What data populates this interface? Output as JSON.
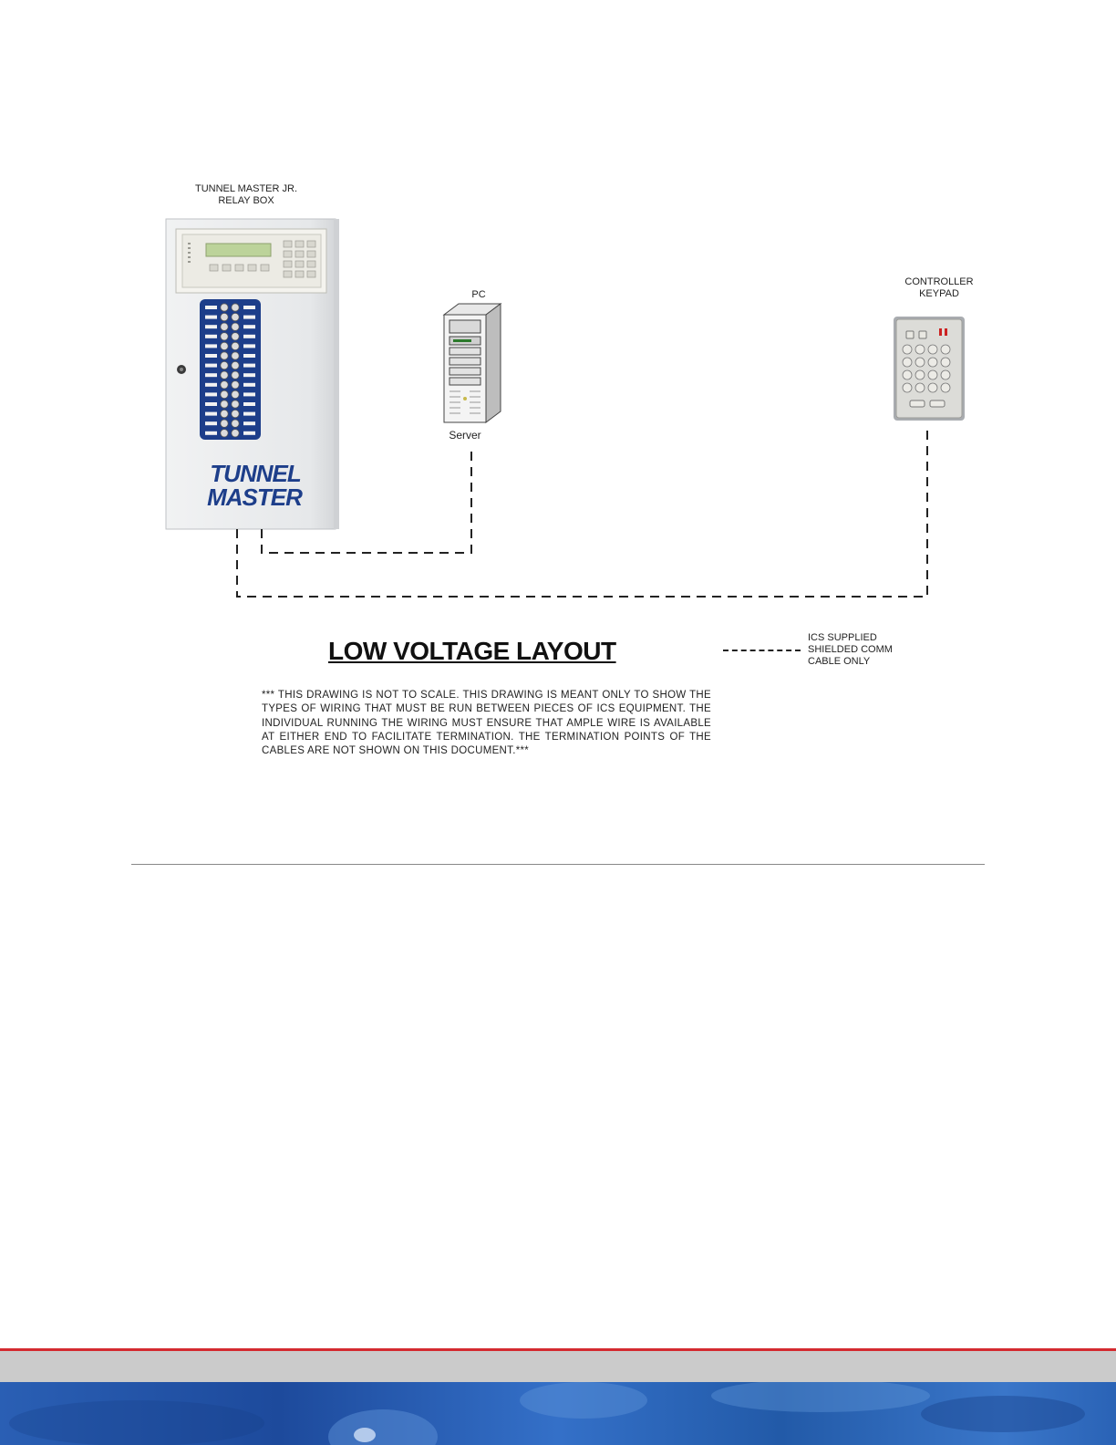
{
  "labels": {
    "relay_box": "TUNNEL MASTER JR.\nRELAY BOX",
    "pc": "PC",
    "server": "Server",
    "keypad": "CONTROLLER\nKEYPAD"
  },
  "relay_box_brand": "TUNNEL MASTER",
  "title": "LOW VOLTAGE LAYOUT",
  "legend": {
    "text": "ICS SUPPLIED\nSHIELDED COMM\nCABLE ONLY"
  },
  "note": "*** THIS DRAWING IS NOT TO SCALE.  THIS DRAWING IS MEANT ONLY TO SHOW THE TYPES OF WIRING THAT MUST BE RUN BETWEEN PIECES OF ICS EQUIPMENT.  THE INDIVIDUAL RUNNING THE WIRING MUST ENSURE THAT AMPLE WIRE IS AVAILABLE AT EITHER END TO FACILITATE TERMINATION. THE TERMINATION  POINTS OF THE CABLES ARE NOT SHOWN ON THIS DOCUMENT.***",
  "colors": {
    "cabinet": "#e9ebed",
    "relay_panel": "#1d3e8a",
    "brand": "#1d3e8a",
    "footer_red": "#d42a2f",
    "footer_gray": "#cbcbcb",
    "footer_blue": "#2a5fb4"
  }
}
